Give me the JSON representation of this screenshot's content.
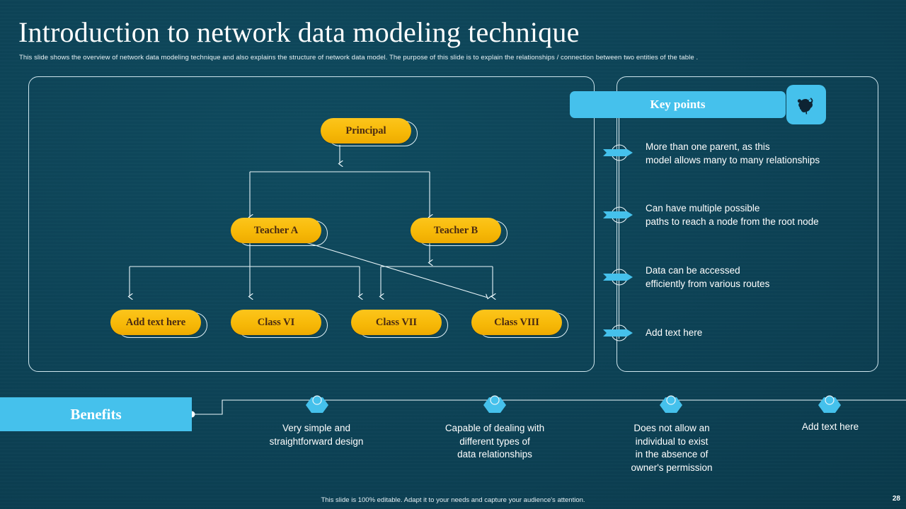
{
  "slide": {
    "title": "Introduction to network data modeling technique",
    "subtitle": "This slide shows the overview of network data modeling technique and also explains the structure of network data model.  The purpose of this slide is to explain the relationships / connection between two entities of the table .",
    "footer_note": "This slide is 100% editable. Adapt it to your needs and capture your audience's attention.",
    "page_number": "28",
    "colors": {
      "background": "#0d4457",
      "accent_cyan": "#45c1ec",
      "node_yellow": "#f7b908",
      "node_text": "#4a2a12",
      "line_white": "#eaf6fa"
    }
  },
  "diagram": {
    "nodes": [
      {
        "id": "principal",
        "label": "Principal",
        "level": 0
      },
      {
        "id": "teacher-a",
        "label": "Teacher A",
        "level": 1
      },
      {
        "id": "teacher-b",
        "label": "Teacher B",
        "level": 1
      },
      {
        "id": "class-add",
        "label": "Add  text here",
        "level": 2
      },
      {
        "id": "class-vi",
        "label": "Class VI",
        "level": 2
      },
      {
        "id": "class-vii",
        "label": "Class VII",
        "level": 2
      },
      {
        "id": "class-viii",
        "label": "Class VIII",
        "level": 2
      }
    ],
    "edges": [
      {
        "from": "principal",
        "to": "teacher-a"
      },
      {
        "from": "principal",
        "to": "teacher-b"
      },
      {
        "from": "teacher-a",
        "to": "class-add"
      },
      {
        "from": "teacher-a",
        "to": "class-vi"
      },
      {
        "from": "teacher-a",
        "to": "class-vii"
      },
      {
        "from": "teacher-a",
        "to": "class-viii"
      },
      {
        "from": "teacher-b",
        "to": "class-vii"
      },
      {
        "from": "teacher-b",
        "to": "class-viii"
      }
    ]
  },
  "key_points": {
    "header": "Key points",
    "icon": "brain-gear-icon",
    "items": [
      {
        "line1": "More than one parent, as this",
        "line2": "model allows many to many relationships"
      },
      {
        "line1": "Can have multiple possible",
        "line2": "paths to reach a node from the root node"
      },
      {
        "line1": "Data can be accessed",
        "line2": "efficiently from various routes"
      },
      {
        "line1": "Add text here",
        "line2": ""
      }
    ]
  },
  "benefits": {
    "label": "Benefits",
    "items": [
      {
        "lines": [
          "Very simple and",
          "straightforward design"
        ]
      },
      {
        "lines": [
          "Capable of dealing with",
          "different types of",
          "data relationships"
        ]
      },
      {
        "lines": [
          "Does not allow an",
          "individual to exist",
          "in the absence of",
          "owner's permission"
        ]
      },
      {
        "lines": [
          "Add text here"
        ]
      }
    ]
  }
}
